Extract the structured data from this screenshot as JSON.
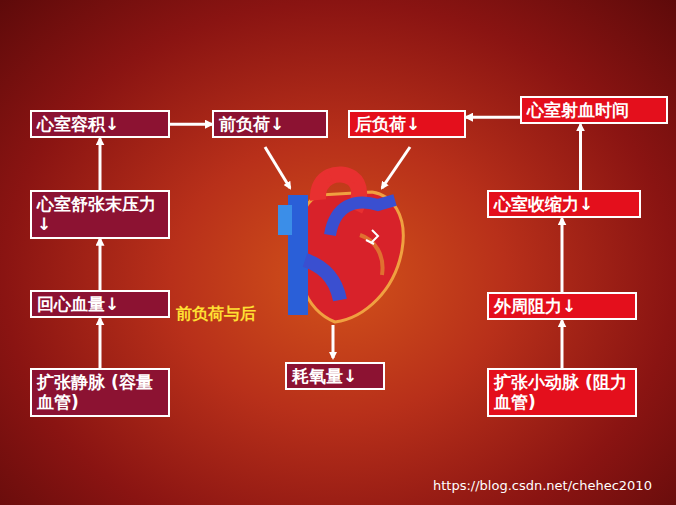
{
  "diagram": {
    "nodes": [
      {
        "text": [
          "心室容积↓"
        ]
      },
      {
        "text": [
          "前负荷↓"
        ]
      },
      {
        "text": [
          "后负荷↓"
        ]
      },
      {
        "text": [
          "心室射血时间"
        ]
      },
      {
        "text": [
          "心室舒张末压力↓"
        ]
      },
      {
        "text": [
          "心室收缩力↓"
        ]
      },
      {
        "text": [
          "回心血量↓"
        ]
      },
      {
        "text": [
          "外周阻力↓"
        ]
      },
      {
        "text": [
          "耗氧量↓"
        ]
      },
      {
        "text": [
          "扩张静脉 (容量血管)"
        ]
      },
      {
        "text": [
          "扩张小动脉 (阻力血管)"
        ]
      }
    ],
    "edges": [
      {
        "from": 9,
        "to": 6,
        "arrow": "to"
      },
      {
        "from": 6,
        "to": 4,
        "arrow": "to"
      },
      {
        "from": 4,
        "to": 0,
        "arrow": "to"
      },
      {
        "from": 0,
        "to": 1,
        "arrow": "to"
      },
      {
        "from": 10,
        "to": 7,
        "arrow": "to"
      },
      {
        "from": 7,
        "to": 5,
        "arrow": "to"
      },
      {
        "from": 5,
        "to": 3,
        "arrow": "to"
      },
      {
        "from": 3,
        "to": 2,
        "arrow": "to"
      }
    ],
    "labels": [
      "前负荷与后",
      "https://blog.csdn.net/chehec2010"
    ]
  }
}
